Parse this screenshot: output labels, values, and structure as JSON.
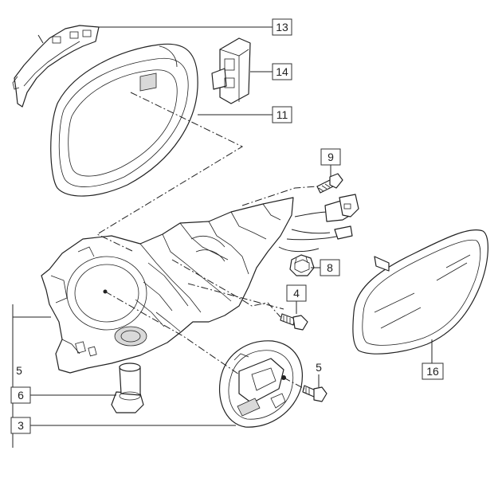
{
  "callouts": {
    "c13": "13",
    "c14": "14",
    "c11": "11",
    "c9": "9",
    "c8": "8",
    "c4": "4",
    "c5_left": "5",
    "c5_right": "5",
    "c6": "6",
    "c3": "3",
    "c16": "16"
  }
}
